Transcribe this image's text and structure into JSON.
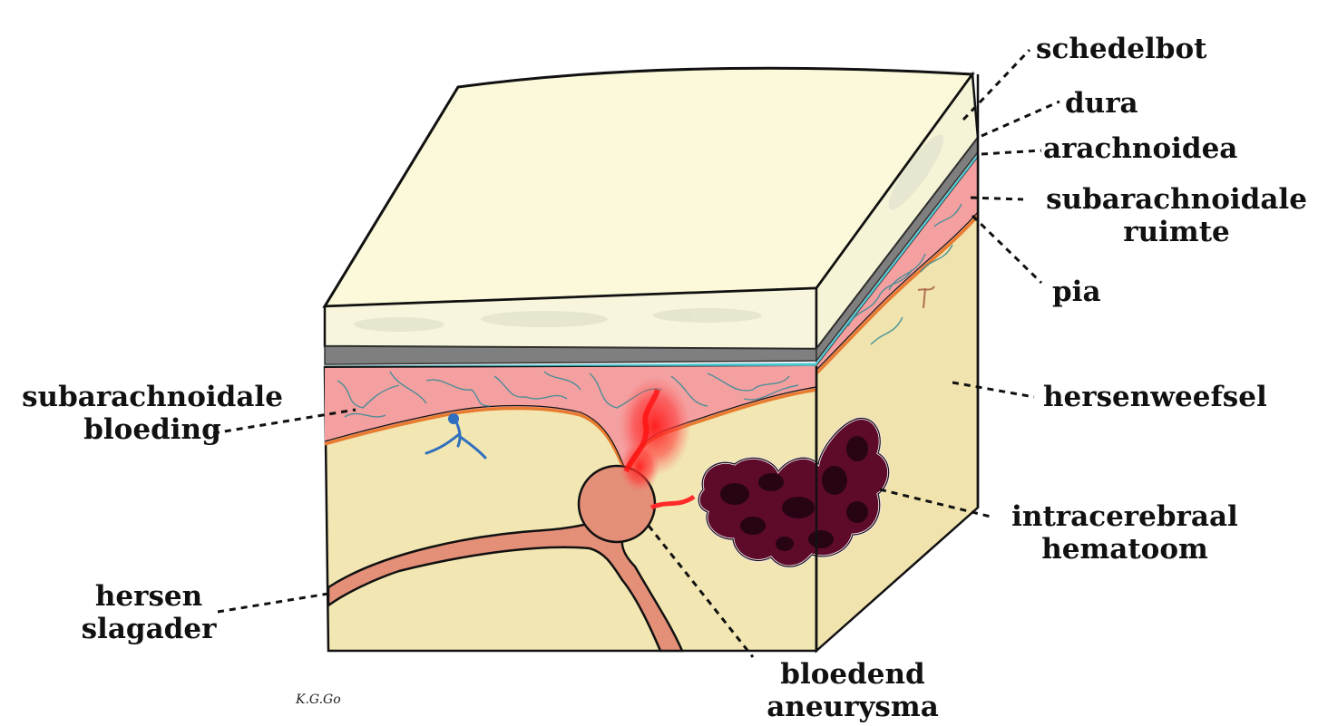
{
  "labels": {
    "schedelbot": "schedelbot",
    "dura": "dura",
    "arachnoidea": "arachnoidea",
    "subarachnoidale_ruimte_line1": "subarachnoidale",
    "subarachnoidale_ruimte_line2": "ruimte",
    "pia": "pia",
    "hersenweefsel": "hersenweefsel",
    "intracerebraal_hematoom_line1": "intracerebraal",
    "intracerebraal_hematoom_line2": "hematoom",
    "bloedend_aneurysma_line1": "bloedend",
    "bloedend_aneurysma_line2": "aneurysma",
    "hersen_slagader_line1": "hersen",
    "hersen_slagader_line2": "slagader",
    "subarachnoidale_bloeding_line1": "subarachnoidale",
    "subarachnoidale_bloeding_line2": "bloeding"
  },
  "signature": "K.G.Go",
  "colors": {
    "skull": "#fbf9d9",
    "dura": "#7f7f7f",
    "arachnoid": "#5fd0d8",
    "subarachnoid_space": "#f4a0a0",
    "pia": "#f08a3a",
    "brain_tissue": "#f2e6b2",
    "artery": "#e48f77",
    "hematoma": "#5e0a2b",
    "hemorrhage": "#ff3030"
  }
}
